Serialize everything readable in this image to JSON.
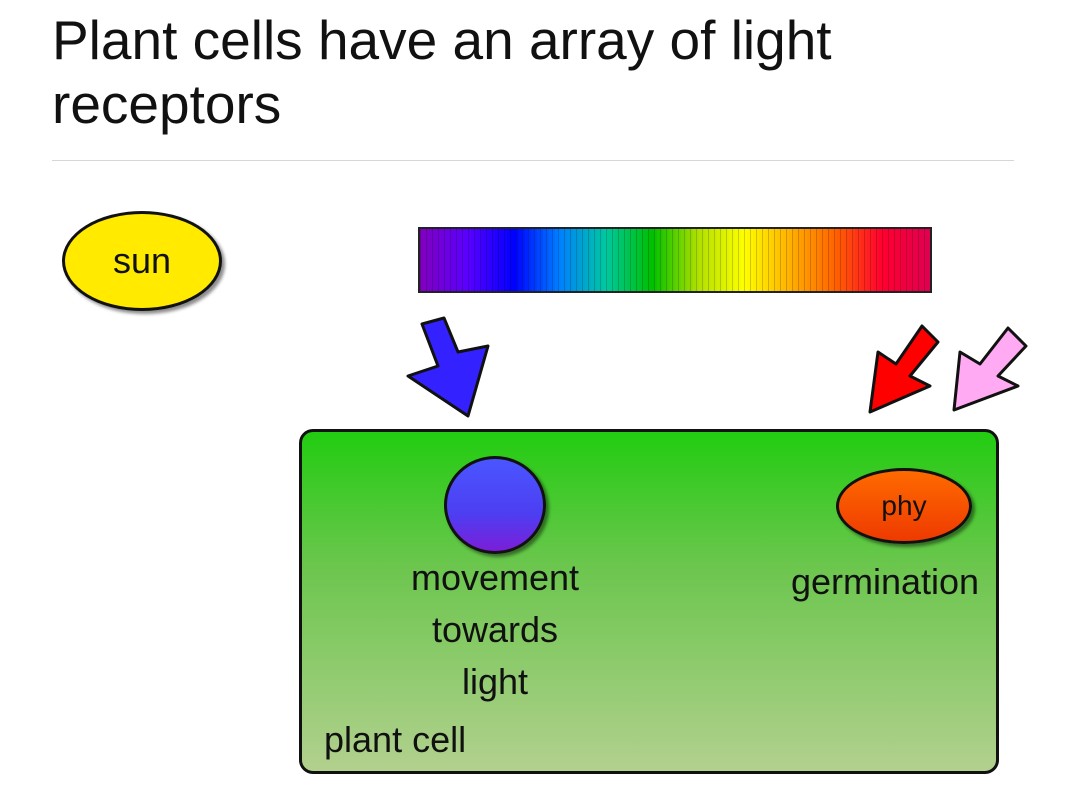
{
  "slide": {
    "title": "Plant cells have an array of light receptors"
  },
  "diagram": {
    "sun_label": "sun",
    "phy_label": "phy",
    "blue_response": [
      "movement",
      "towards",
      "light"
    ],
    "red_response": "germination",
    "cell_label": "plant cell",
    "colors": {
      "sun": "#ffea00",
      "cell_top": "#22cc11",
      "cell_bottom": "#b2d08e",
      "blue_arrow": "#3322ff",
      "red_arrow": "#ff0000",
      "pink_arrow": "#ffaaf2",
      "phy": "#ee3a00",
      "blue_receptor": "#4d3ef2"
    },
    "spectrum_colors": [
      "#8000c0",
      "#5a00ff",
      "#0000ff",
      "#0080ff",
      "#00c8a0",
      "#00c000",
      "#b0e000",
      "#ffff00",
      "#ffb000",
      "#ff6000",
      "#ff0030",
      "#e00050"
    ]
  }
}
